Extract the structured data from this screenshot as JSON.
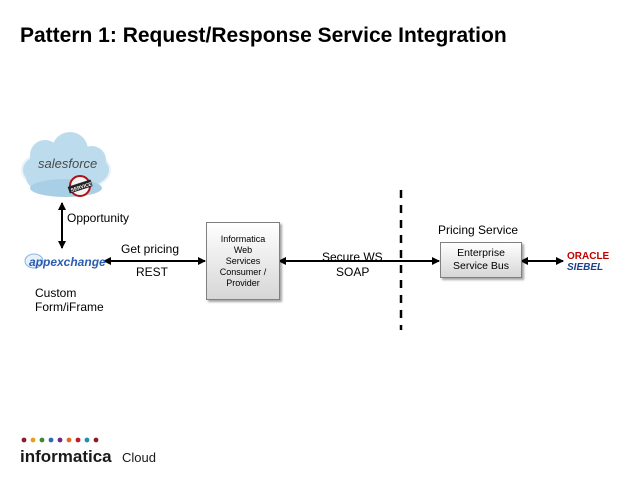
{
  "title": "Pattern 1: Request/Response Service Integration",
  "labels": {
    "opportunity": "Opportunity",
    "get_pricing": "Get pricing",
    "rest": "REST",
    "custom_form": "Custom",
    "custom_form_2": "Form/iFrame",
    "secure_ws": "Secure WS",
    "soap": "SOAP",
    "pricing_service": "Pricing Service"
  },
  "nodes": {
    "informatica_box": [
      "Informatica",
      "Web",
      "Services",
      "Consumer /",
      "Provider"
    ],
    "esb_box": [
      "Enterprise",
      "Service Bus"
    ]
  },
  "logos": {
    "salesforce": "salesforce",
    "service_cloud": "SERVICE",
    "appexchange": "appexchange",
    "oracle": "ORACLE",
    "siebel": "SIEBEL",
    "informatica": "informatica",
    "cloud": "Cloud"
  },
  "colors": {
    "salesforce_cloud": "#bcdcee",
    "appexchange_blue": "#2a5db0",
    "oracle_red": "#c00000",
    "siebel_blue": "#1d3f8a",
    "footer_dots": [
      "#8a1c2b",
      "#e4a01f",
      "#3a8d2e",
      "#2a6cb5",
      "#6a2a83",
      "#e56a1f",
      "#c01c2b",
      "#1f8fb0"
    ]
  }
}
